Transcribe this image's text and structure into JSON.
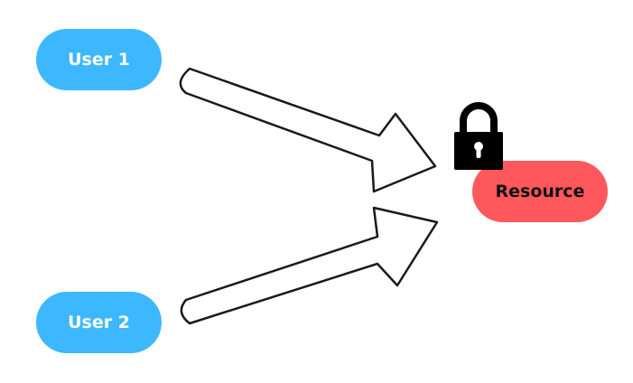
{
  "nodes": {
    "user1": {
      "label": "User 1"
    },
    "user2": {
      "label": "User 2"
    },
    "resource": {
      "label": "Resource"
    }
  },
  "lock": {
    "icon": "lock-icon"
  },
  "colors": {
    "user_fill": "#3DB8FF",
    "user_text": "#FFFFFF",
    "resource_fill": "#FF585C",
    "resource_text": "#111111",
    "arrow_stroke": "#1A1A1A",
    "lock_fill": "#000000"
  }
}
